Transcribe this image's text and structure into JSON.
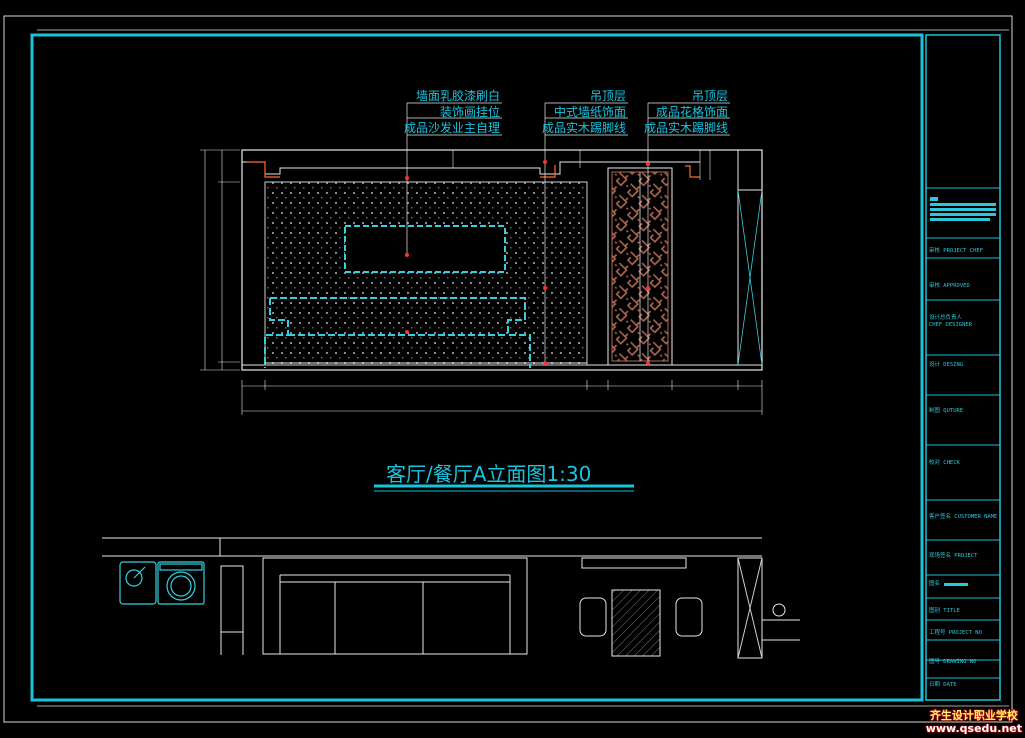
{
  "annotations_left": [
    "墙面乳胶漆刷白",
    "装饰画挂位",
    "成品沙发业主自理"
  ],
  "annotations_mid": [
    "吊顶层",
    "中式墙纸饰面",
    "成品实木踢脚线"
  ],
  "annotations_right": [
    "吊顶层",
    "成品花格饰面",
    "成品实木踢脚线"
  ],
  "drawing_title": "客厅/餐厅A立面图1:30",
  "title_block": [
    "审核 PROJECT CHEF",
    "审核 APPROVED",
    "设计总负责人",
    "CHEF DESIGNER",
    "设计 DESING",
    "制图 QUTURE",
    "校对 CHECK",
    "客户签名 CUSTOMER NAME",
    "现场签名 PROJECT",
    "图名",
    "图别 TITLE",
    "工程号 PROJECT NO",
    "图号 DRAWING NO",
    "日期 DATE"
  ],
  "watermark": {
    "line1": "齐生设计职业学校",
    "line2": "www.qsedu.net"
  },
  "colors": {
    "background": "#000000",
    "frame": "#19c4d8",
    "line": "#ffffff",
    "annotation": "#19c4e0",
    "accent": "#ff6b2a",
    "marker": "#ff3030"
  }
}
